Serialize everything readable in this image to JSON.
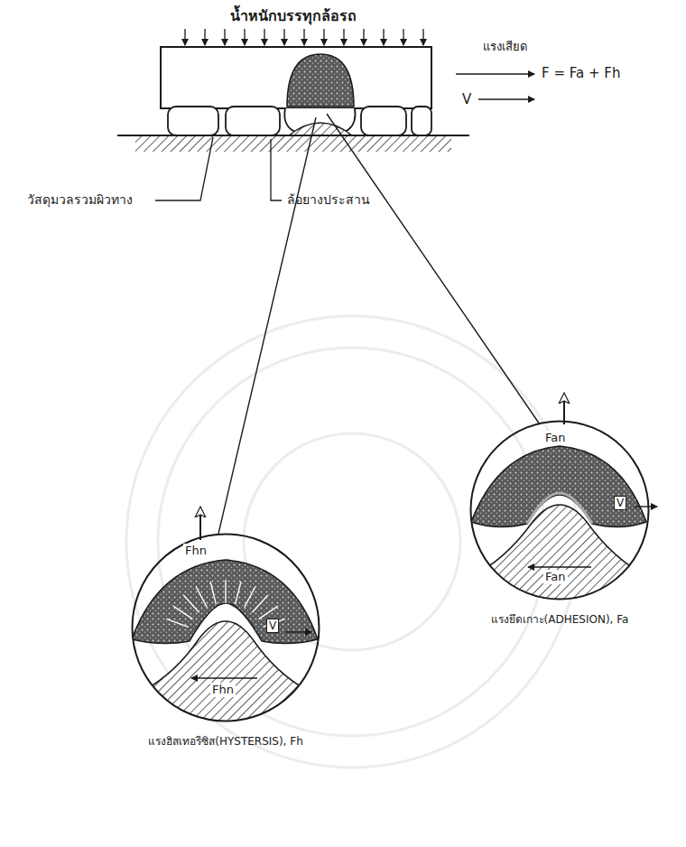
{
  "diagram": {
    "nodes": [
      {
        "text": [
          "Fan",
          "V",
          "Fan",
          "แรงยึดเกาะ(ADHESION), Fa"
        ]
      },
      {
        "text": [
          "Fhn",
          "V",
          "Fhn",
          "แรงฮิสเทอรีซิส(HYSTERSIS), Fh"
        ]
      }
    ],
    "labels": [
      "น้ำหนักบรรทุกล้อรถ",
      "แรงเสียด",
      "F = Fa + Fh",
      "V",
      "วัสดุมวลรวมผิวทาง",
      "ล้อยางประสาน"
    ]
  }
}
